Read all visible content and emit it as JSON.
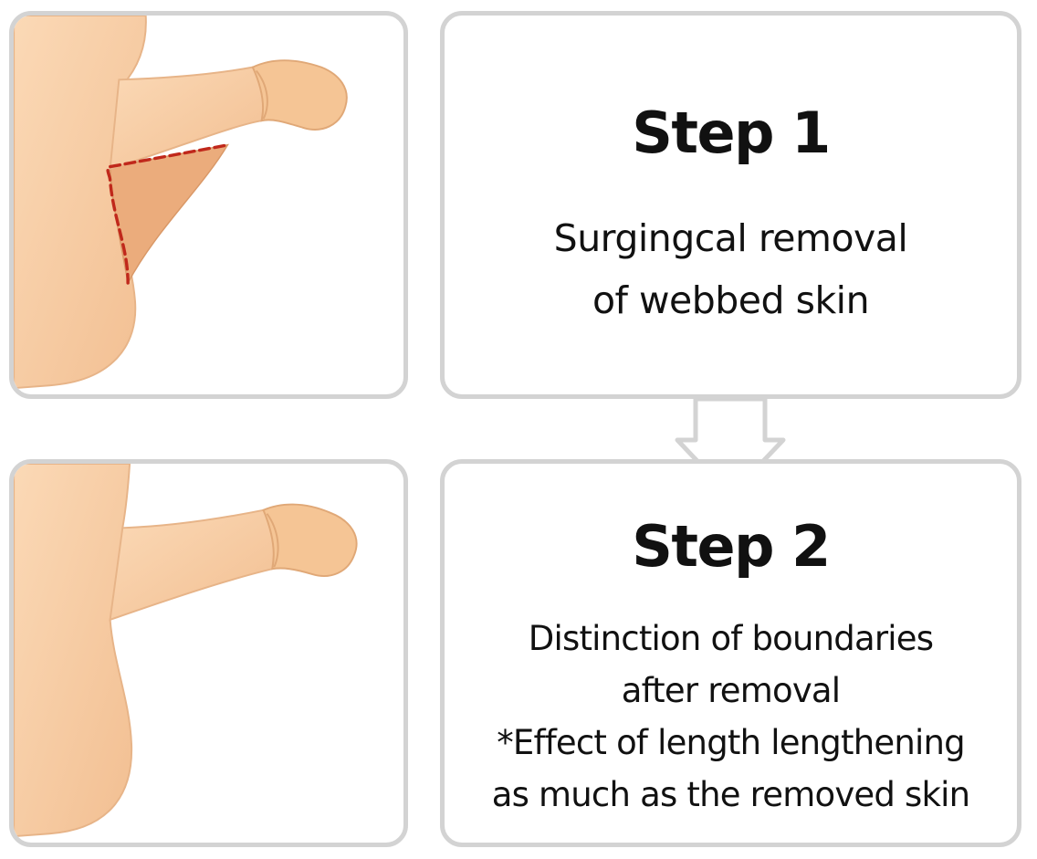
{
  "steps": [
    {
      "title": "Step 1",
      "lines": [
        "Surgingcal removal",
        "of webbed skin"
      ]
    },
    {
      "title": "Step 2",
      "lines": [
        "Distinction of boundaries",
        "after removal",
        "*Effect of length lengthening",
        "as much as the removed skin"
      ]
    }
  ],
  "colors": {
    "skin": "#f8cea5",
    "skin_shadow": "#e8ad7f",
    "web_skin": "#ebac7c",
    "incision_line": "#c0281b",
    "panel_border": "#d3d3d3",
    "text": "#111111"
  }
}
